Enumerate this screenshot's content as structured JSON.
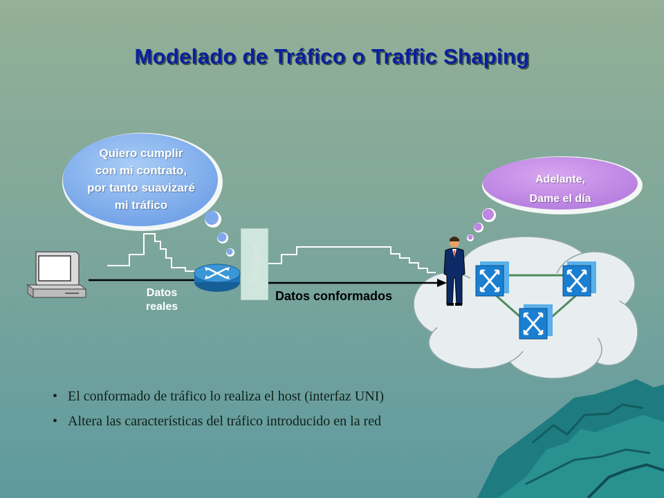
{
  "title": "Modelado de Tráfico o Traffic Shaping",
  "left_bubble": {
    "lines": [
      "Quiero cumplir",
      "con mi contrato,",
      "por tanto suavizaré",
      "mi tráfico"
    ]
  },
  "right_bubble": {
    "lines": [
      "Adelante,",
      "Dame el día"
    ]
  },
  "labels": {
    "datos_reales_1": "Datos",
    "datos_reales_2": "reales",
    "shaper": "Shaper",
    "datos_conformados": "Datos conformados"
  },
  "bullets": [
    "El conformado de tráfico lo realiza el host (interfaz UNI)",
    "Altera las características del tráfico introducido en la red"
  ],
  "bullet_symbol": "•",
  "colors": {
    "title": "#0a1f9c",
    "left_bubble": "#8fb7f2",
    "right_bubble": "#c58fe6",
    "cloud": "#e8eef0",
    "switch": "#1a7fd1",
    "router": "#1f74b8"
  }
}
